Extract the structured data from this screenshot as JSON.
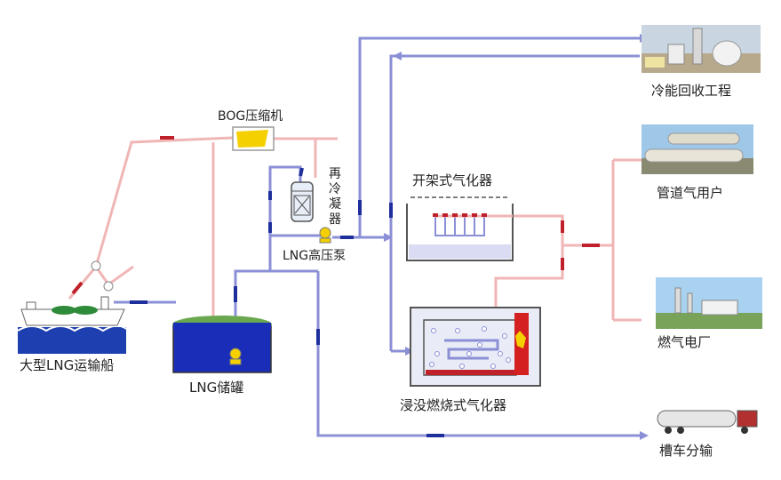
{
  "labels": {
    "bog_compressor": "BOG压缩机",
    "recondenser": [
      "再",
      "冷",
      "凝",
      "器"
    ],
    "hp_pump": "LNG高压泵",
    "orv": "开架式气化器",
    "scv": "浸没燃烧式气化器",
    "ship": "大型LNG运输船",
    "tank": "LNG储罐",
    "cold_energy": "冷能回收工程",
    "pipeline_user": "管道气用户",
    "power_plant": "燃气电厂",
    "tanker_truck": "槽车分输"
  },
  "colors": {
    "lng_line": "#8b8fd6",
    "gas_line": "#f0b6b6",
    "accent_blue": "#1e2f9c",
    "accent_red": "#c0202a",
    "tank_fill": "#1a2db8",
    "tank_roof": "#6aa84f",
    "sea": "#1e3fb0"
  }
}
